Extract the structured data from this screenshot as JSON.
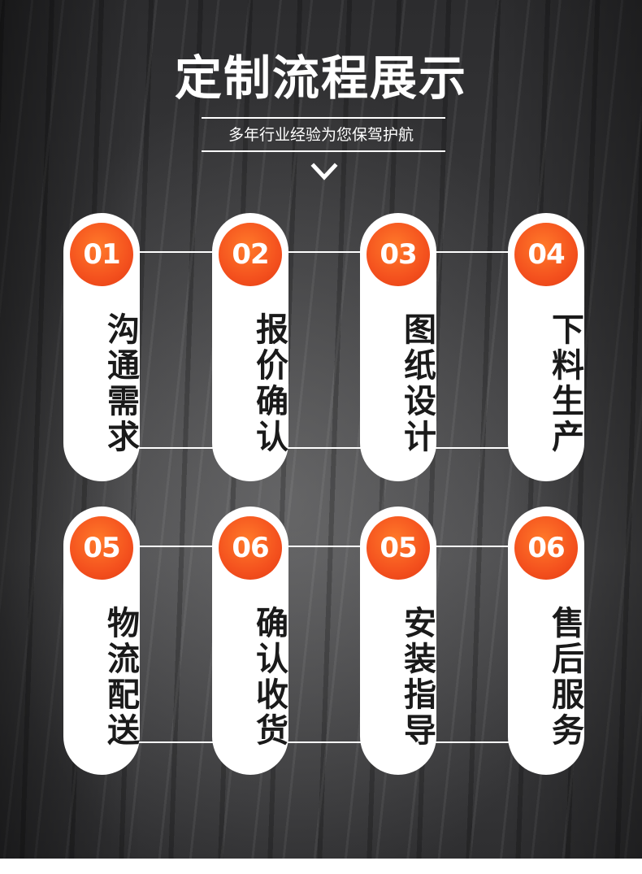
{
  "header": {
    "title": "定制流程展示",
    "subtitle": "多年行业经验为您保驾护航"
  },
  "steps": [
    {
      "num": "01",
      "label": "沟通需求"
    },
    {
      "num": "02",
      "label": "报价确认"
    },
    {
      "num": "03",
      "label": "图纸设计"
    },
    {
      "num": "04",
      "label": "下料生产"
    },
    {
      "num": "05",
      "label": "物流配送"
    },
    {
      "num": "06",
      "label": "确认收货"
    },
    {
      "num": "05",
      "label": "安装指导"
    },
    {
      "num": "06",
      "label": "售后服务"
    }
  ],
  "colors": {
    "accent": "#f4511e",
    "card": "#ffffff",
    "text": "#1a1a1a"
  }
}
